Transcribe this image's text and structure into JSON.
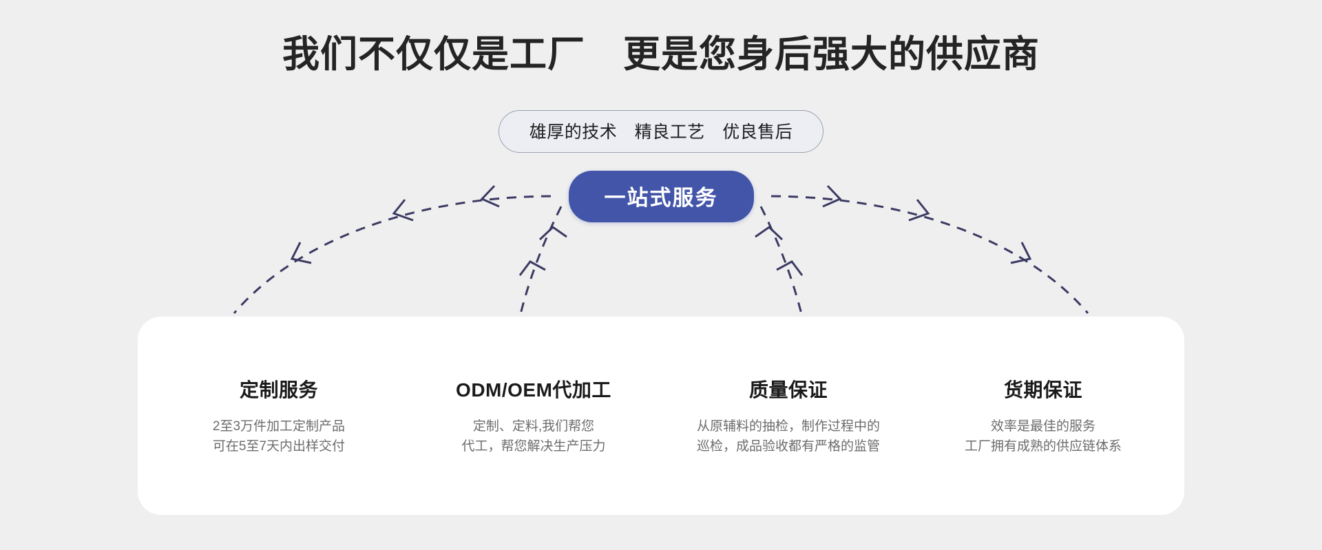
{
  "theme": {
    "background": "#efefef",
    "accent_blue": "#4355a8",
    "arc_color": "#3b3a63",
    "card_background": "#ffffff",
    "title_color": "#242424",
    "body_text_color": "#6c6c6c"
  },
  "headline": {
    "text": "我们不仅仅是工厂　更是您身后强大的供应商"
  },
  "subpill": {
    "text": "雄厚的技术　精良工艺　优良售后",
    "items": [
      "雄厚的技术",
      "精良工艺",
      "优良售后"
    ]
  },
  "center_button": {
    "label": "一站式服务"
  },
  "card": {
    "columns": [
      {
        "title": "定制服务",
        "lines": [
          "2至3万件加工定制产品",
          "可在5至7天内出样交付"
        ]
      },
      {
        "title": "ODM/OEM代加工",
        "lines": [
          "定制、定料,我们帮您",
          "代工，帮您解决生产压力"
        ]
      },
      {
        "title": "质量保证",
        "lines": [
          "从原辅料的抽检，制作过程中的",
          "巡检，成品验收都有严格的监管"
        ]
      },
      {
        "title": "货期保证",
        "lines": [
          "效率是最佳的服务",
          "工厂拥有成熟的供应链体系"
        ]
      }
    ]
  },
  "arcs": {
    "description": "four dashed curved arrows radiating from the center button outward toward each card column",
    "count": 4
  }
}
